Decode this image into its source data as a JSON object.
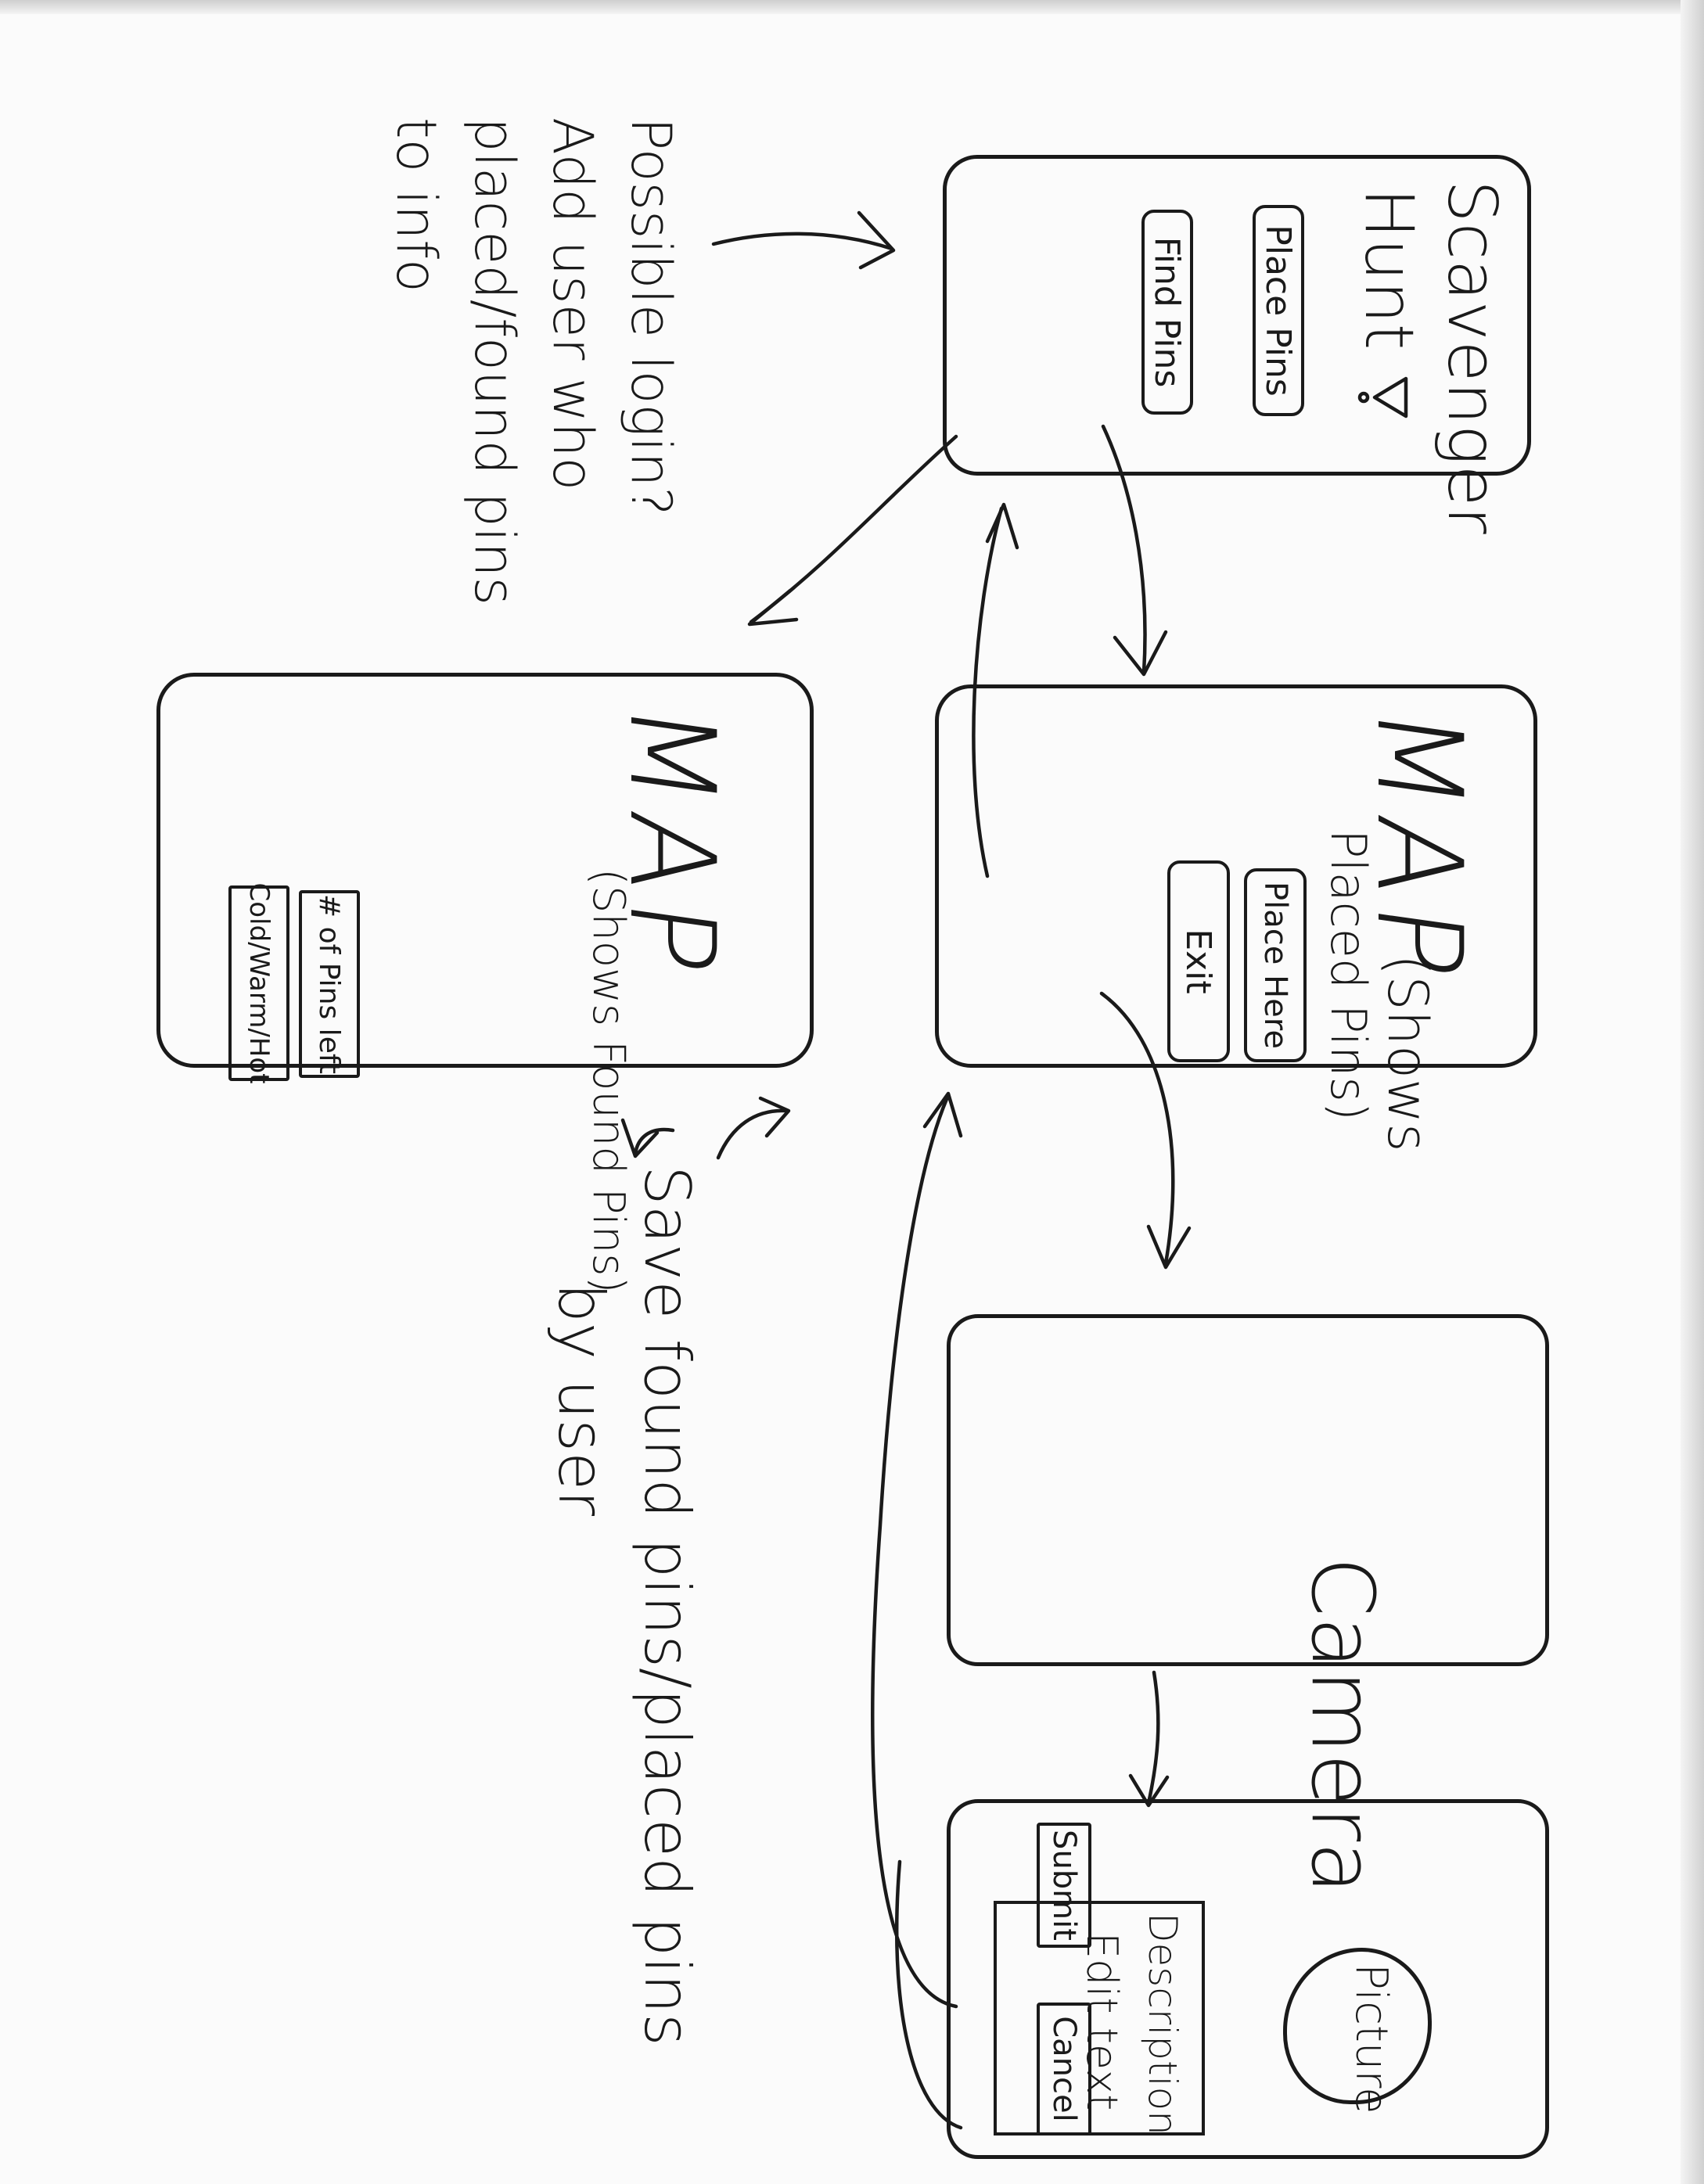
{
  "screens": {
    "home": {
      "title_line1": "Scavenger",
      "title_line2": "Hunt",
      "title_icon": "heart-icon",
      "place_pins_button": "Place Pins",
      "find_pins_button": "Find Pins"
    },
    "placed_map": {
      "map_label": "MAP",
      "caption_line1": "(Shows",
      "caption_line2": "Placed Pins)",
      "place_here_button": "Place Here",
      "exit_button": "Exit"
    },
    "found_map": {
      "map_label": "MAP",
      "caption": "(Shows Found Pins)",
      "pins_left_label": "# of Pins left",
      "cold_warm_hot_label": "Cold/Warm/Hot"
    },
    "camera": {
      "label": "Camera"
    },
    "submit": {
      "picture_label": "Picture",
      "description_line1": "Description",
      "description_line2": "Edit text",
      "submit_button": "Submit",
      "cancel_button": "Cancel"
    }
  },
  "notes": {
    "login_line1": "Possible login?",
    "login_line2": "Add user who",
    "login_line3": "placed/found pins",
    "login_line4": "to info",
    "save_line1": "Save found pins/placed pins",
    "save_line2": "by user"
  }
}
